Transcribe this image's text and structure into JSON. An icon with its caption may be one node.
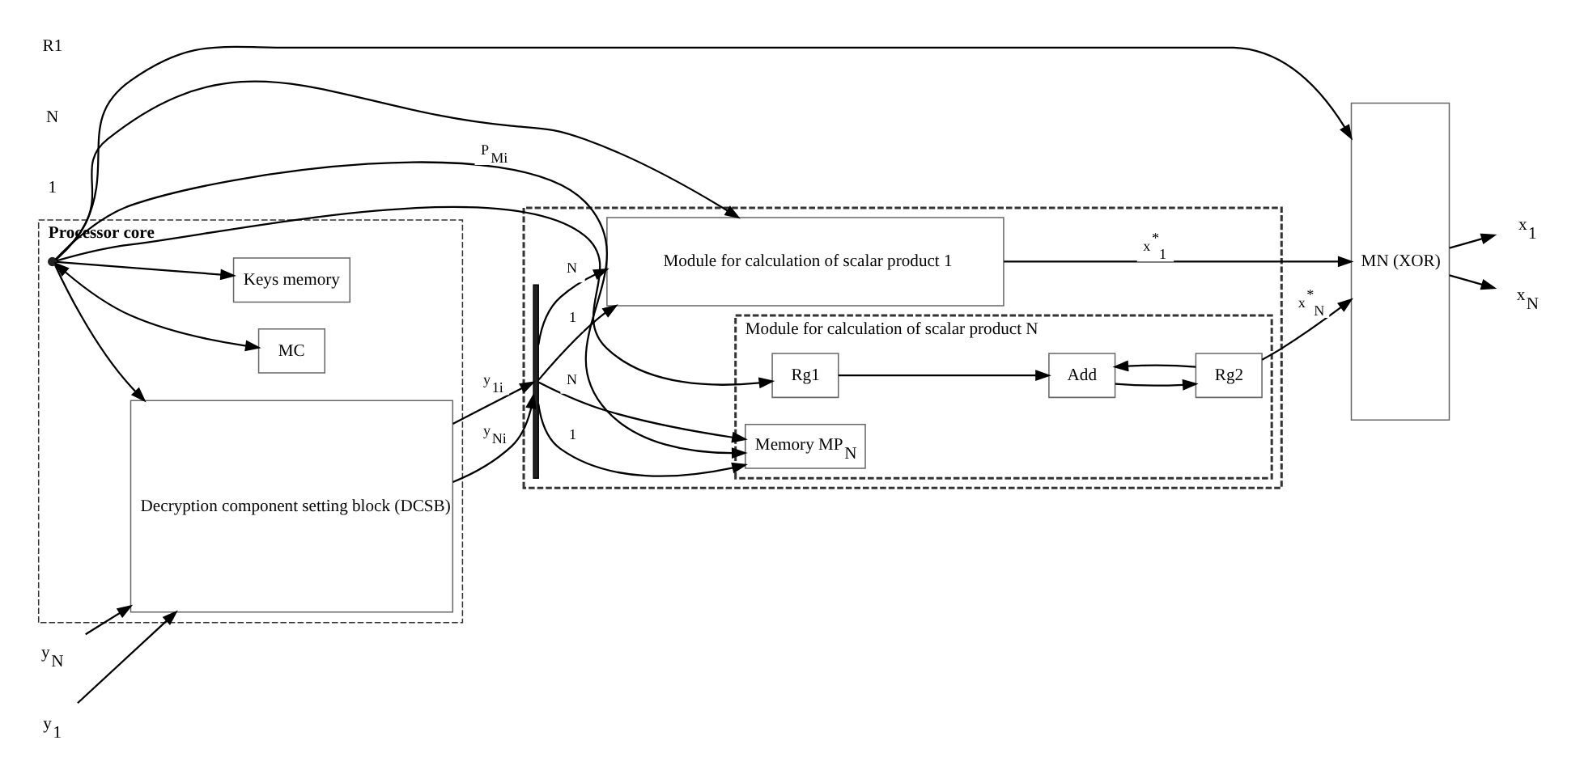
{
  "diagram": {
    "nodes": [
      {
        "text": [
          "Processor core"
        ]
      },
      {
        "text": [
          "Decryption component setting block (DCSB)"
        ],
        "in": 0
      },
      {
        "text": [
          "MC"
        ],
        "in": 0
      },
      {
        "text": [
          "Keys memory"
        ],
        "in": 0
      },
      {
        "text": [],
        "shape": "box"
      },
      {
        "text": [
          "Module for calculation of scalar product 1"
        ],
        "in": 4
      },
      {
        "text": [
          "Module for calculation of scalar product N"
        ],
        "in": 4
      },
      {
        "text": [
          "Memory MP$_{N}$"
        ],
        "in": 6
      },
      {
        "text": [
          "Rg1"
        ],
        "in": 6
      },
      {
        "text": [
          "Add"
        ],
        "in": 6
      },
      {
        "text": [
          "Rg2"
        ],
        "in": 6
      },
      {
        "text": [
          "MN (XOR)"
        ]
      },
      {
        "text": [
          "y$_{1}$"
        ]
      },
      {
        "text": [
          "y$_{N}$"
        ]
      },
      {
        "text": [
          "x$_{1}$"
        ]
      },
      {
        "text": [
          "x$_{N}$"
        ]
      },
      {
        "text": [],
        "shape": "bar",
        "in": 4
      },
      {
        "text": [],
        "shape": "dot",
        "in": 0
      }
    ],
    "edges": [
      {
        "from": 12,
        "to": 1,
        "arrow": "to"
      },
      {
        "from": 13,
        "to": 1,
        "arrow": "to"
      },
      {
        "from": 1,
        "to": 16,
        "arrow": "to",
        "label": "y$_{1i}$"
      },
      {
        "from": 1,
        "to": 16,
        "arrow": "to",
        "label": "y$_{Ni}$"
      },
      {
        "from": 16,
        "to": 5,
        "arrow": "to",
        "label": "1"
      },
      {
        "from": 16,
        "to": 5,
        "arrow": "to",
        "label": "N"
      },
      {
        "from": 16,
        "to": 7,
        "arrow": "to",
        "label": "1"
      },
      {
        "from": 16,
        "to": 7,
        "arrow": "to",
        "label": "N"
      },
      {
        "from": 17,
        "to": 2,
        "arrow": "both"
      },
      {
        "from": 17,
        "to": 1,
        "arrow": "to"
      },
      {
        "from": 17,
        "to": 3,
        "arrow": "to"
      },
      {
        "from": 17,
        "to": 5,
        "arrow": "to"
      },
      {
        "from": 17,
        "to": 7,
        "arrow": "to",
        "label": "P$_{Mi}$"
      },
      {
        "from": 17,
        "to": 8,
        "arrow": "to"
      },
      {
        "from": 17,
        "to": 11,
        "arrow": "to"
      },
      {
        "from": 8,
        "to": 9,
        "arrow": "to"
      },
      {
        "from": 9,
        "to": 10,
        "arrow": "to"
      },
      {
        "from": 10,
        "to": 9,
        "arrow": "to"
      },
      {
        "from": 10,
        "to": 11,
        "arrow": "to",
        "label": "x$^{*}$$_{N}$"
      },
      {
        "from": 5,
        "to": 11,
        "arrow": "to",
        "label": "x$^{*}$$_{1}$"
      },
      {
        "from": 11,
        "to": 14,
        "arrow": "to"
      },
      {
        "from": 11,
        "to": 15,
        "arrow": "to"
      }
    ],
    "labels": [
      "1",
      "N",
      "R1"
    ]
  }
}
